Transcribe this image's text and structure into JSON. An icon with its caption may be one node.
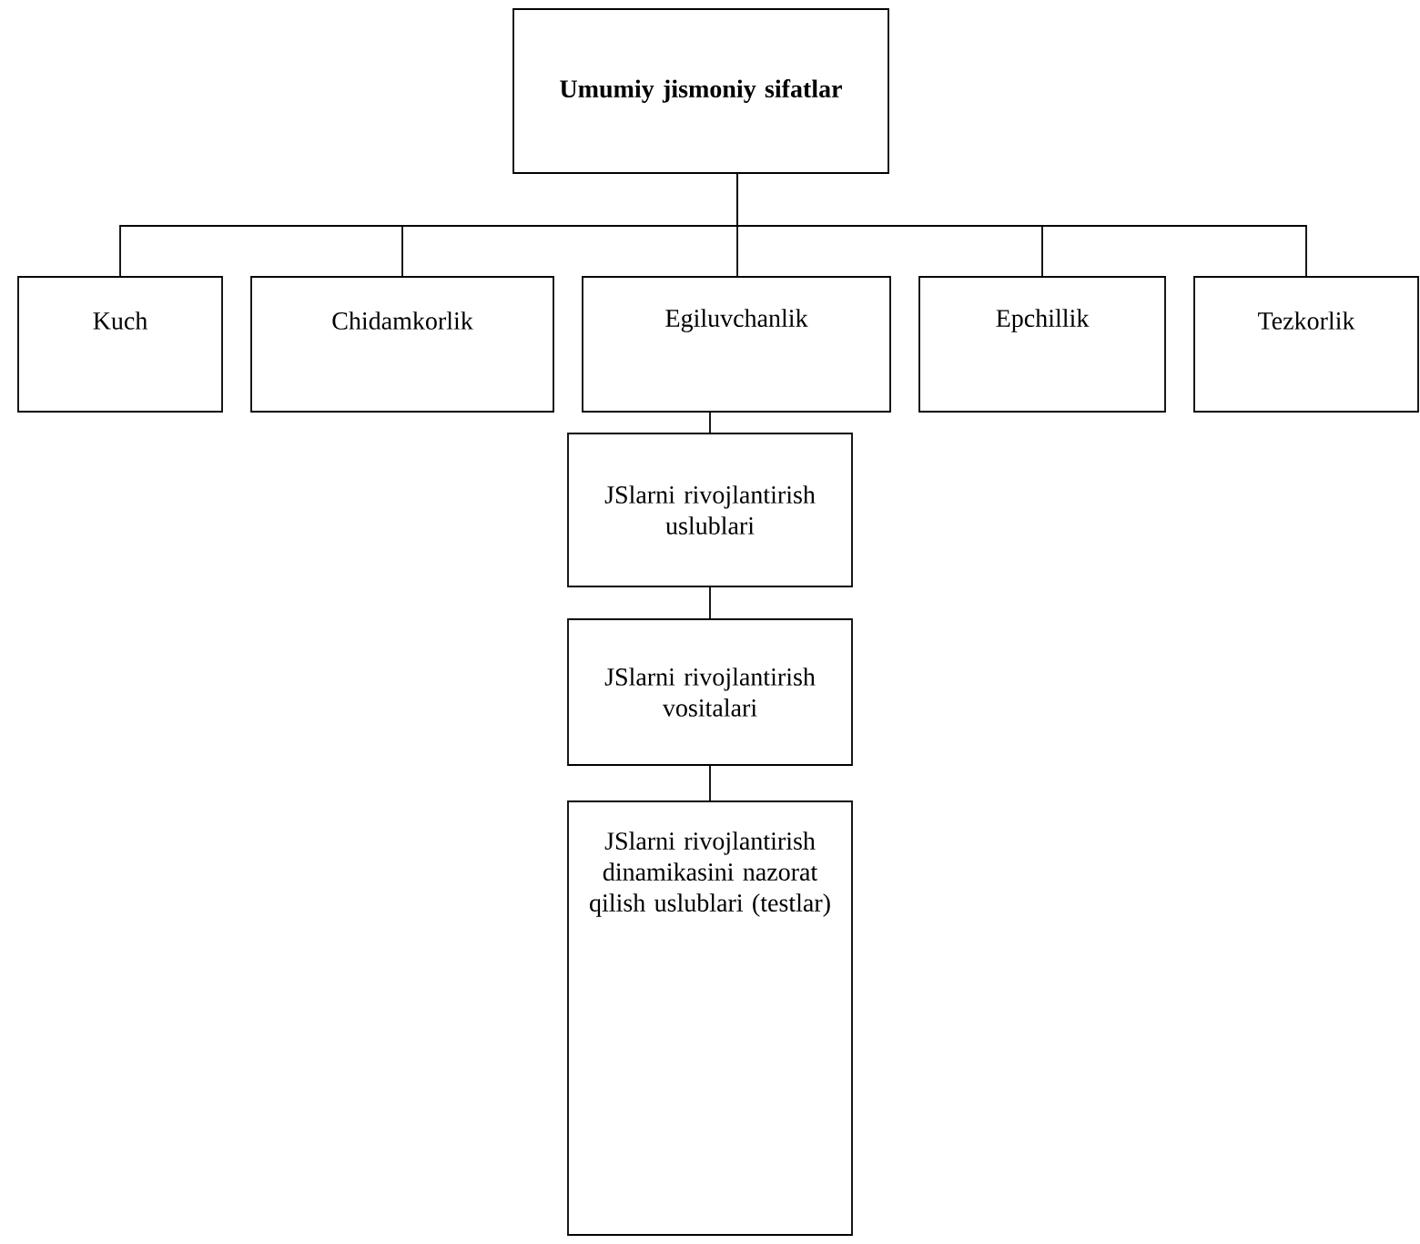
{
  "diagram": {
    "nodes": [
      {
        "text": [
          "Umumiy jismoniy sifatlar"
        ]
      },
      {
        "text": [
          "Kuch"
        ]
      },
      {
        "text": [
          "Chidamkorlik"
        ]
      },
      {
        "text": [
          "Egiluvchanlik"
        ]
      },
      {
        "text": [
          "Epchillik"
        ]
      },
      {
        "text": [
          "Tezkorlik"
        ]
      },
      {
        "text": [
          "JSlarni rivojlantirish uslublari"
        ]
      },
      {
        "text": [
          "JSlarni rivojlantirish vositalari"
        ]
      },
      {
        "text": [
          "JSlarni rivojlantirish dinamikasini nazorat qilish uslublari (testlar)"
        ]
      }
    ],
    "edges": [
      {
        "from": 0,
        "to": 1,
        "arrow": "none"
      },
      {
        "from": 0,
        "to": 2,
        "arrow": "none"
      },
      {
        "from": 0,
        "to": 3,
        "arrow": "none"
      },
      {
        "from": 0,
        "to": 4,
        "arrow": "none"
      },
      {
        "from": 0,
        "to": 5,
        "arrow": "none"
      },
      {
        "from": 3,
        "to": 6,
        "arrow": "none"
      },
      {
        "from": 6,
        "to": 7,
        "arrow": "none"
      },
      {
        "from": 7,
        "to": 8,
        "arrow": "none"
      }
    ]
  }
}
